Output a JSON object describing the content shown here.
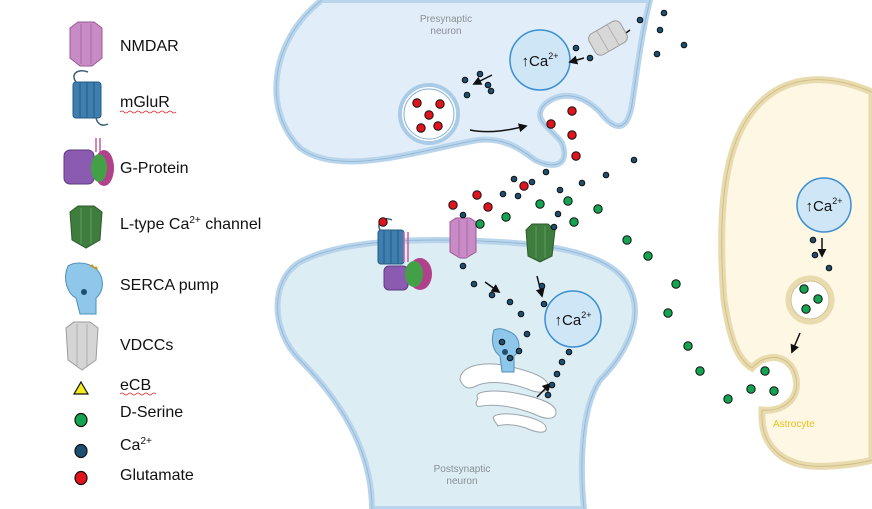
{
  "legend": {
    "nmdar": "NMDAR",
    "mglur": "mGluR",
    "gprotein": "G-Protein",
    "ltype_pre": "L-type Ca",
    "ltype_sup": "2+",
    "ltype_post": " channel",
    "serca": "SERCA pump",
    "vdcc": "VDCCs",
    "ecb": "eCB",
    "dserine": "D-Serine",
    "ca_base": "Ca",
    "ca_sup": "2+",
    "glutamate": "Glutamate"
  },
  "labels": {
    "presynaptic": [
      "Presynaptic",
      "neuron"
    ],
    "postsynaptic": [
      "Postsynaptic",
      "neuron"
    ],
    "astrocyte": "Astrocyte"
  },
  "ca_bubble": {
    "arrow": "↑",
    "base": "Ca",
    "sup": "2+"
  },
  "colors": {
    "glutamate": "#e0141c",
    "dserine": "#14a350",
    "calcium": "#1c4f70",
    "ecb": "#f3ea1c",
    "neuron_fill": "#dcebf7",
    "neuron_stroke": "#a9cbe6",
    "astrocyte_fill": "#fdf7e4",
    "astrocyte_stroke": "#e0cf9d",
    "bubble_fill": "#cfe6f7",
    "bubble_stroke": "#3b8fd0"
  }
}
